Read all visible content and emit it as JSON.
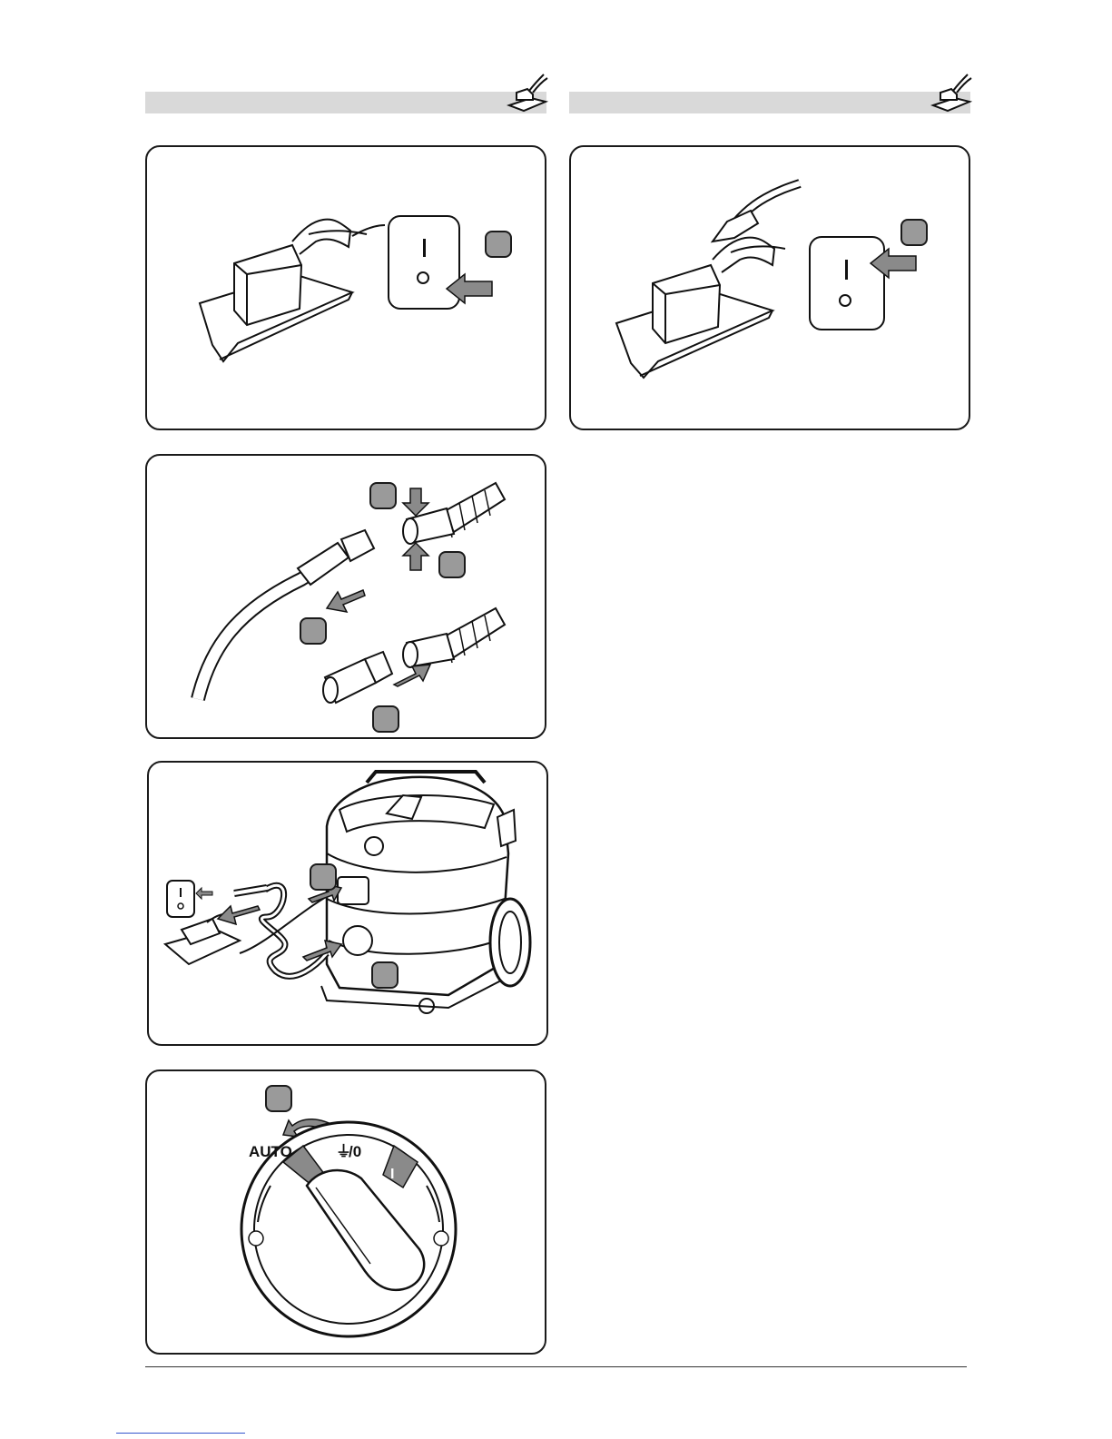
{
  "dial": {
    "auto_label": "AUTO",
    "plug_off_label": "/0",
    "on_label": "I"
  },
  "switch": {
    "on_symbol": "I"
  },
  "icons": {
    "header": "sander-tool-icon",
    "power_switch": "power-switch-icon"
  },
  "colors": {
    "header_bar": "#d9d9d9",
    "callout_fill": "#9a9a9a",
    "arrow_fill": "#8a8a8a",
    "outline": "#1a1a1a"
  }
}
